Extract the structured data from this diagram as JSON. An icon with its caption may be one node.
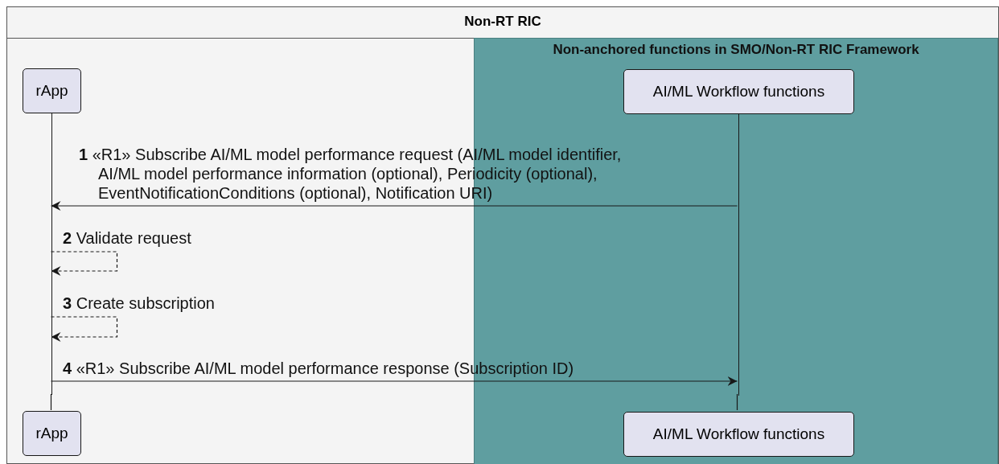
{
  "diagram": {
    "nodes": [
      {
        "text": [
          "Non-RT RIC"
        ]
      },
      {
        "text": [
          "Non-anchored functions in SMO/Non-RT RIC Framework"
        ],
        "in": 0
      },
      {
        "text": [
          "rApp"
        ],
        "in": 0
      },
      {
        "text": [
          "AI/ML Workflow functions"
        ],
        "in": 1
      },
      {
        "text": [
          "rApp"
        ],
        "in": 0
      },
      {
        "text": [
          "AI/ML Workflow functions"
        ],
        "in": 1
      }
    ],
    "edges": [
      {
        "from": 2,
        "to": 4,
        "arrow": "none"
      },
      {
        "from": 3,
        "to": 5,
        "arrow": "none"
      },
      {
        "from": 3,
        "to": 2,
        "arrow": "to",
        "label": "**1** «R1» Subscribe AI/ML model performance request (AI/ML model identifier, AI/ML model performance information (optional), Periodicity (optional), EventNotificationConditions (optional), Notification URI)"
      },
      {
        "from": 2,
        "to": 2,
        "arrow": "to",
        "style": "dashed",
        "label": "**2** Validate request"
      },
      {
        "from": 2,
        "to": 2,
        "arrow": "to",
        "style": "dashed",
        "label": "**3** Create subscription"
      },
      {
        "from": 2,
        "to": 3,
        "arrow": "to",
        "label": "**4** «R1» Subscribe AI/ML model performance response (Subscription ID)"
      }
    ]
  }
}
